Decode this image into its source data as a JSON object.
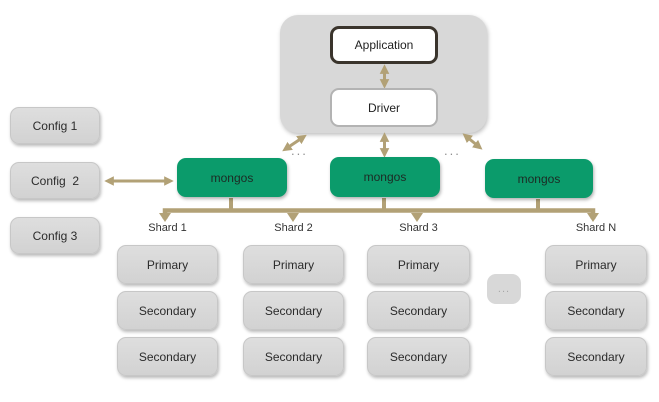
{
  "colors": {
    "mongos_green": "#0b9b6b",
    "connector_tan": "#b2a176",
    "box_gray": "#d8d8d8",
    "text_dark": "#222222",
    "app_border_dark": "#3a342c"
  },
  "client_group": {
    "application_label": "Application",
    "driver_label": "Driver"
  },
  "configs": [
    {
      "label": "Config 1"
    },
    {
      "label": "Config  2"
    },
    {
      "label": "Config 3"
    }
  ],
  "routers": [
    {
      "label": "mongos"
    },
    {
      "label": "mongos"
    },
    {
      "label": "mongos"
    }
  ],
  "router_ellipses": [
    "...",
    "..."
  ],
  "shards": [
    {
      "label": "Shard 1",
      "nodes": [
        "Primary",
        "Secondary",
        "Secondary"
      ]
    },
    {
      "label": "Shard 2",
      "nodes": [
        "Primary",
        "Secondary",
        "Secondary"
      ]
    },
    {
      "label": "Shard 3",
      "nodes": [
        "Primary",
        "Secondary",
        "Secondary"
      ]
    },
    {
      "label": "Shard N",
      "nodes": [
        "Primary",
        "Secondary",
        "Secondary"
      ]
    }
  ],
  "shard_ellipsis": "..."
}
